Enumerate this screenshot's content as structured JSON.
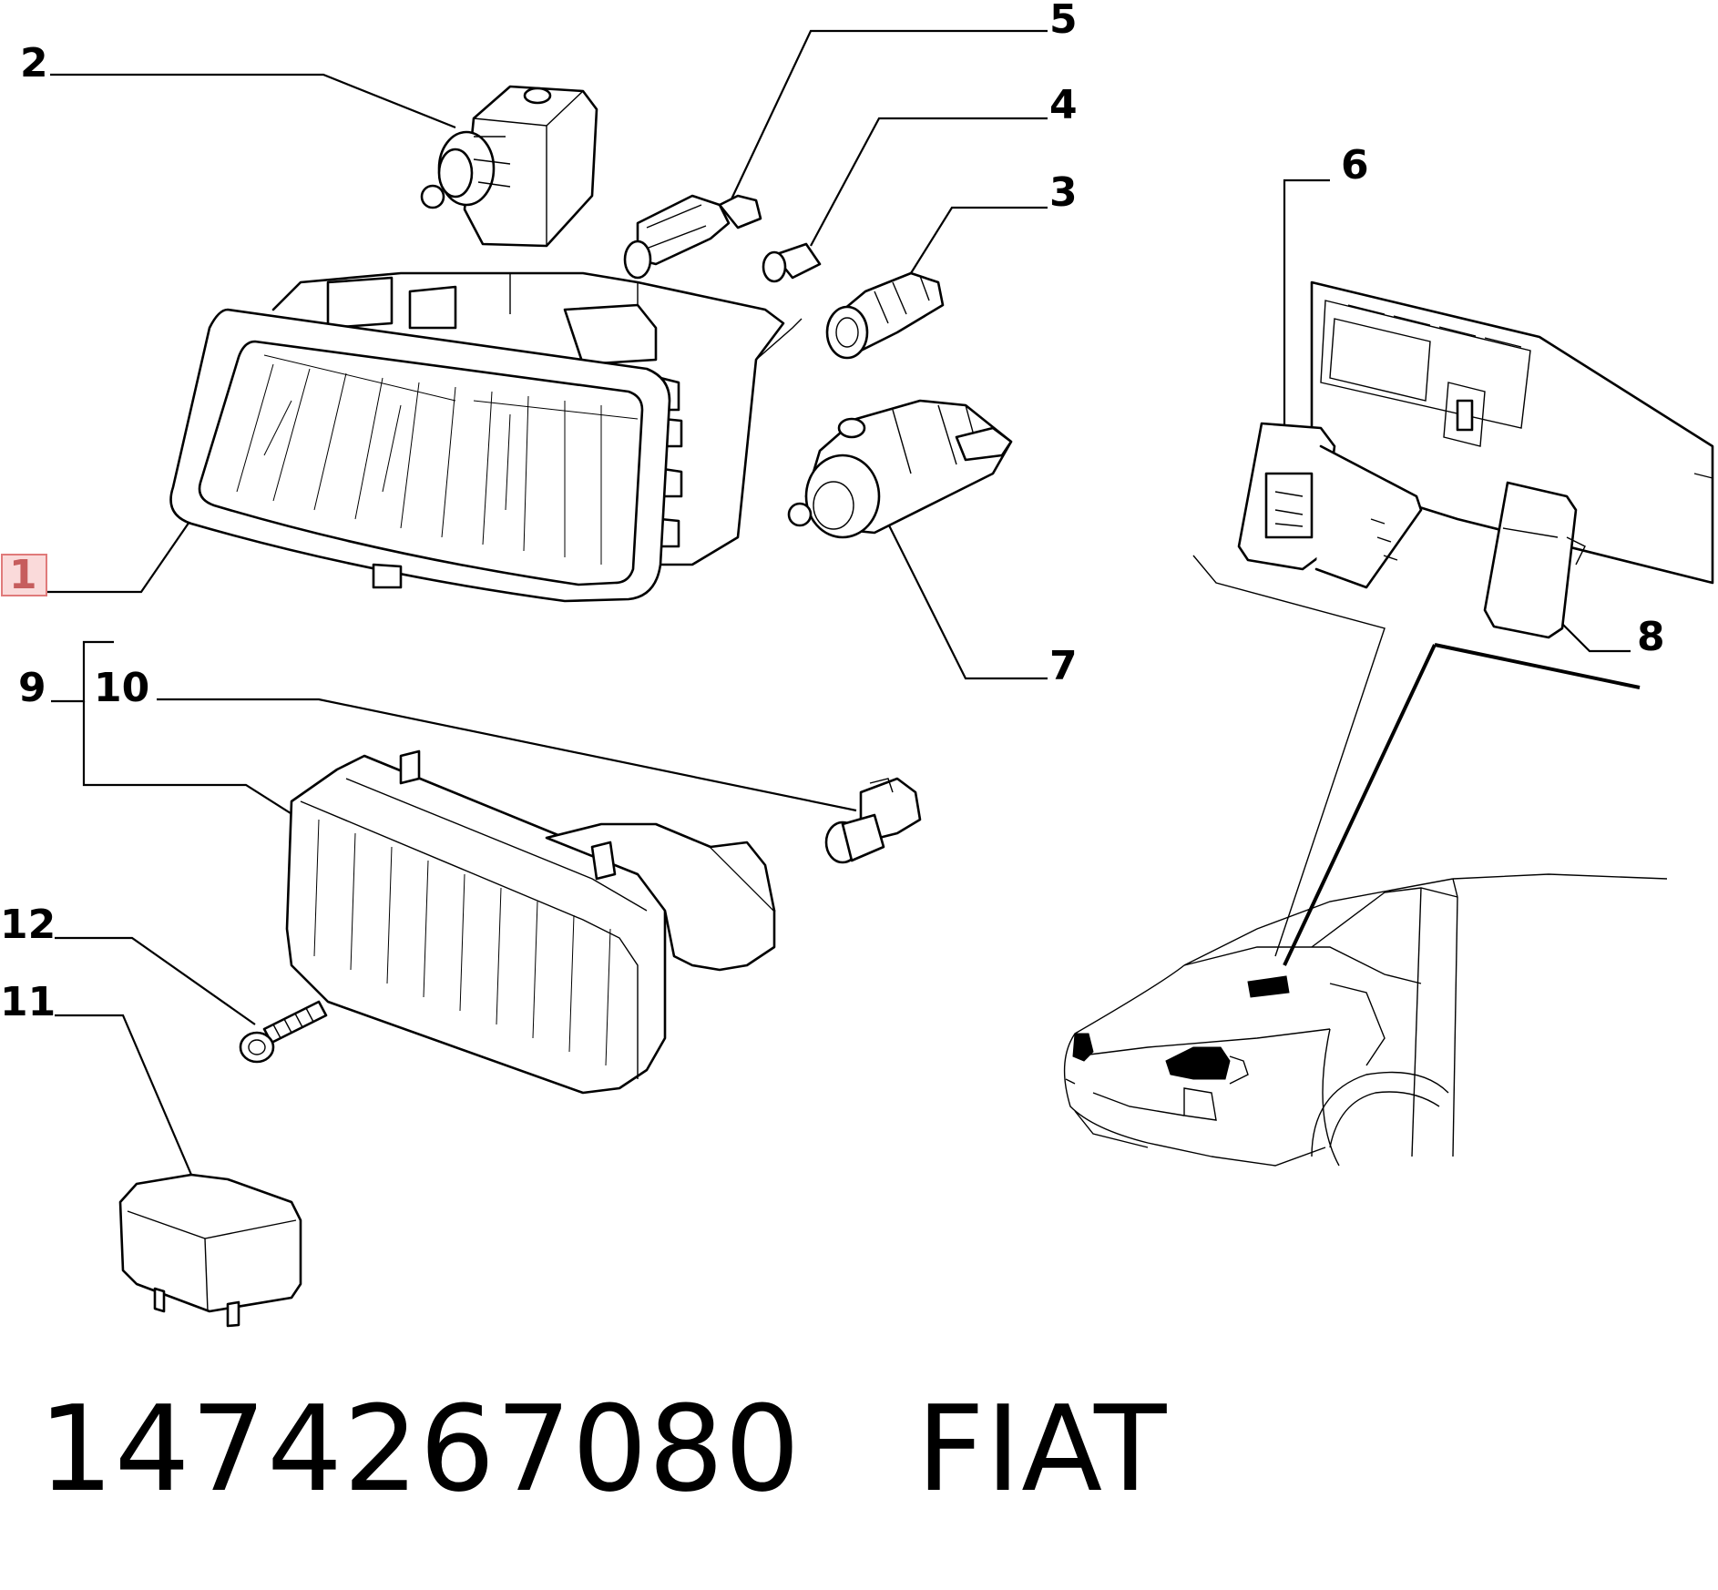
{
  "callouts": [
    {
      "id": "1",
      "label": "1"
    },
    {
      "id": "2",
      "label": "2"
    },
    {
      "id": "3",
      "label": "3"
    },
    {
      "id": "4",
      "label": "4"
    },
    {
      "id": "5",
      "label": "5"
    },
    {
      "id": "6",
      "label": "6"
    },
    {
      "id": "7",
      "label": "7"
    },
    {
      "id": "8",
      "label": "8"
    },
    {
      "id": "9",
      "label": "9"
    },
    {
      "id": "10",
      "label": "10"
    },
    {
      "id": "11",
      "label": "11"
    },
    {
      "id": "12",
      "label": "12"
    }
  ],
  "highlighted_callout": "1",
  "highlight_color": "#e07a7a",
  "footer": {
    "part_number": "1474267080",
    "brand": "FIAT"
  }
}
